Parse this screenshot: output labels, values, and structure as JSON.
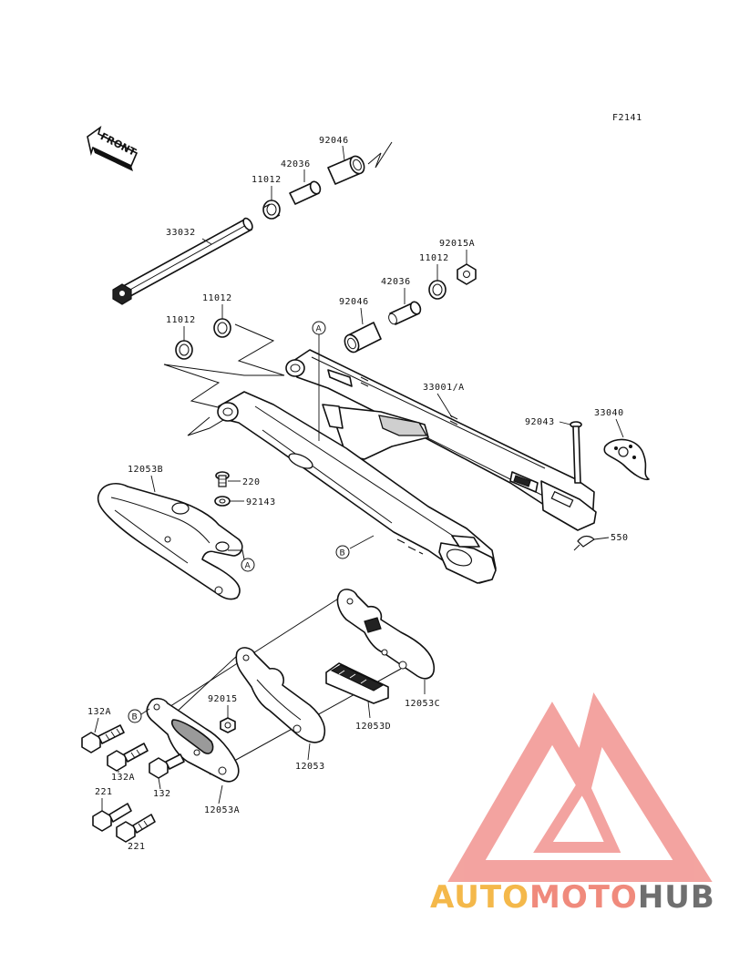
{
  "figure_code": "F2141",
  "front_label": "FRONT",
  "watermark": {
    "text_a": "AUTO",
    "text_b": "MOTO",
    "text_c": "HUB",
    "colors": {
      "auto": "#f4b84a",
      "moto": "#f08a7c",
      "hub": "#6f6f6f",
      "logo": "#f29a96"
    }
  },
  "parts": {
    "bearing_92046_top": "92046",
    "sleeve_42036_top": "42036",
    "seal_11012_top": "11012",
    "axle_33032": "33032",
    "nut_92015a": "92015A",
    "seal_11012_right": "11012",
    "sleeve_42036_right": "42036",
    "bearing_92046_right": "92046",
    "seal_11012_left_upper": "11012",
    "seal_11012_left_lower": "11012",
    "swingarm_33001a": "33001/A",
    "pin_92043": "92043",
    "adjuster_33040": "33040",
    "cotter_550": "550",
    "guard_12053b": "12053B",
    "bolt_220": "220",
    "washer_92143": "92143",
    "guide_12053c": "12053C",
    "slider_12053d": "12053D",
    "guide_12053": "12053",
    "guide_12053a": "12053A",
    "bolt_132a_upper": "132A",
    "bolt_132a_lower": "132A",
    "bolt_132": "132",
    "nut_92015": "92015",
    "bolt_221_upper": "221",
    "bolt_221_lower": "221"
  },
  "callouts": {
    "a": "A",
    "b": "B"
  }
}
